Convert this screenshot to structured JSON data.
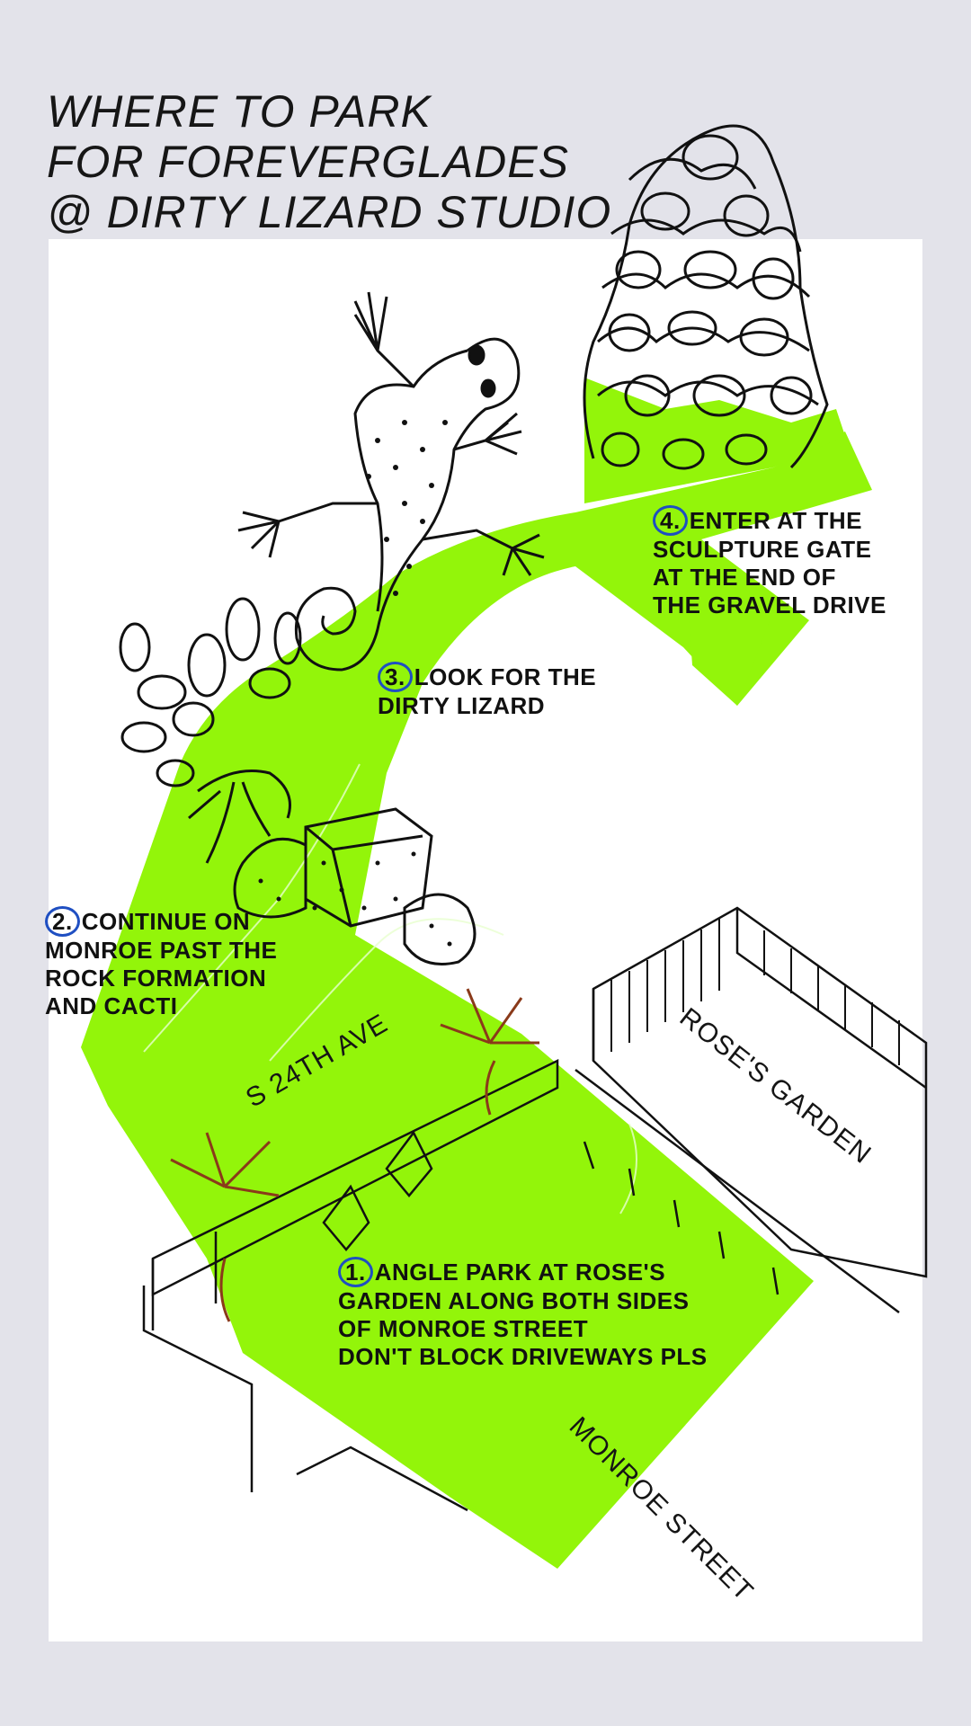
{
  "title": {
    "lines": [
      "WHERE TO PARK",
      "FOR FOREVERGLADES",
      "@ DIRTY LIZARD STUDIO"
    ]
  },
  "colors": {
    "background": "#e3e3ea",
    "card": "#ffffff",
    "route": "#93f50a",
    "ink": "#111111",
    "step_circle": "#1f4fc2"
  },
  "steps": [
    {
      "number": "1.",
      "lines": [
        "ANGLE PARK AT ROSE'S",
        "GARDEN ALONG BOTH SIDES",
        "OF MONROE STREET",
        "DON'T BLOCK DRIVEWAYS PLS"
      ]
    },
    {
      "number": "2.",
      "lines": [
        "CONTINUE ON",
        "MONROE PAST THE",
        "ROCK FORMATION",
        "AND CACTI"
      ]
    },
    {
      "number": "3.",
      "lines": [
        "LOOK FOR THE",
        "DIRTY LIZARD"
      ]
    },
    {
      "number": "4.",
      "lines": [
        "ENTER AT THE",
        "SCULPTURE GATE",
        "AT THE END OF",
        "THE GRAVEL DRIVE"
      ]
    }
  ],
  "street_labels": {
    "s24th": "S 24TH AVE",
    "roses_garden": "ROSE'S GARDEN",
    "monroe": "MONROE STREET"
  },
  "landmarks": [
    "lizard-drawing",
    "sculpture-gate-drawing",
    "cactus-drawing",
    "rock-formation-drawing",
    "palm-trees-drawing",
    "fence-drawing"
  ]
}
